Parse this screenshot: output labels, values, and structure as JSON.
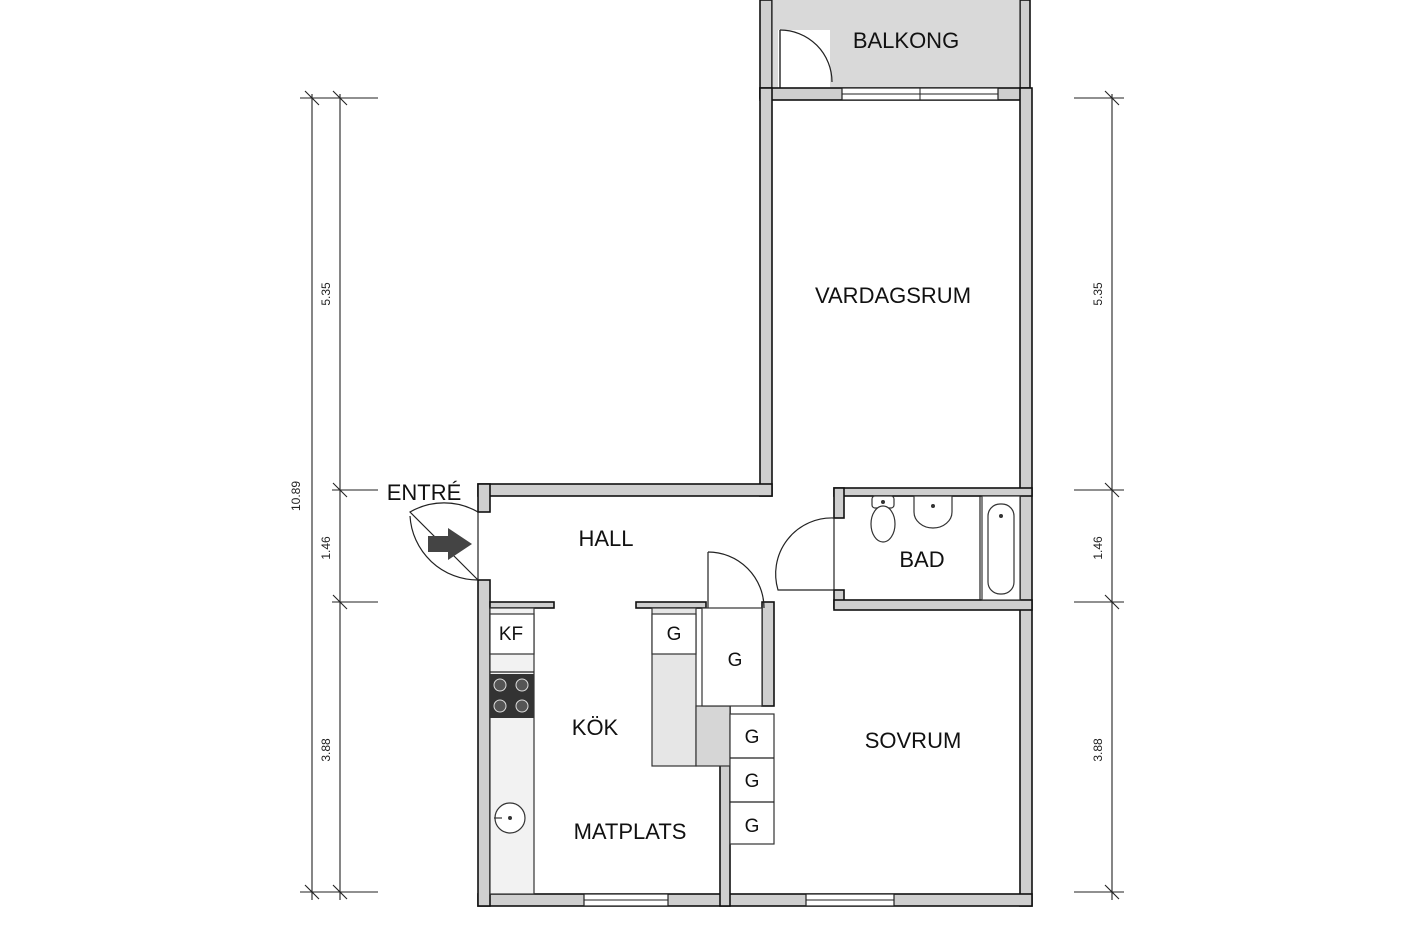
{
  "rooms": {
    "balcony": "BALKONG",
    "living": "VARDAGSRUM",
    "entrance": "ENTRÉ",
    "hall": "HALL",
    "bath": "BAD",
    "kitchen": "KÖK",
    "dining": "MATPLATS",
    "bedroom": "SOVRUM"
  },
  "fixtures": {
    "fridge_freezer": "KF",
    "wardrobe": "G"
  },
  "dimensions": {
    "total": "10.89",
    "upper": "5.35",
    "middle": "1.46",
    "lower": "3.88"
  }
}
